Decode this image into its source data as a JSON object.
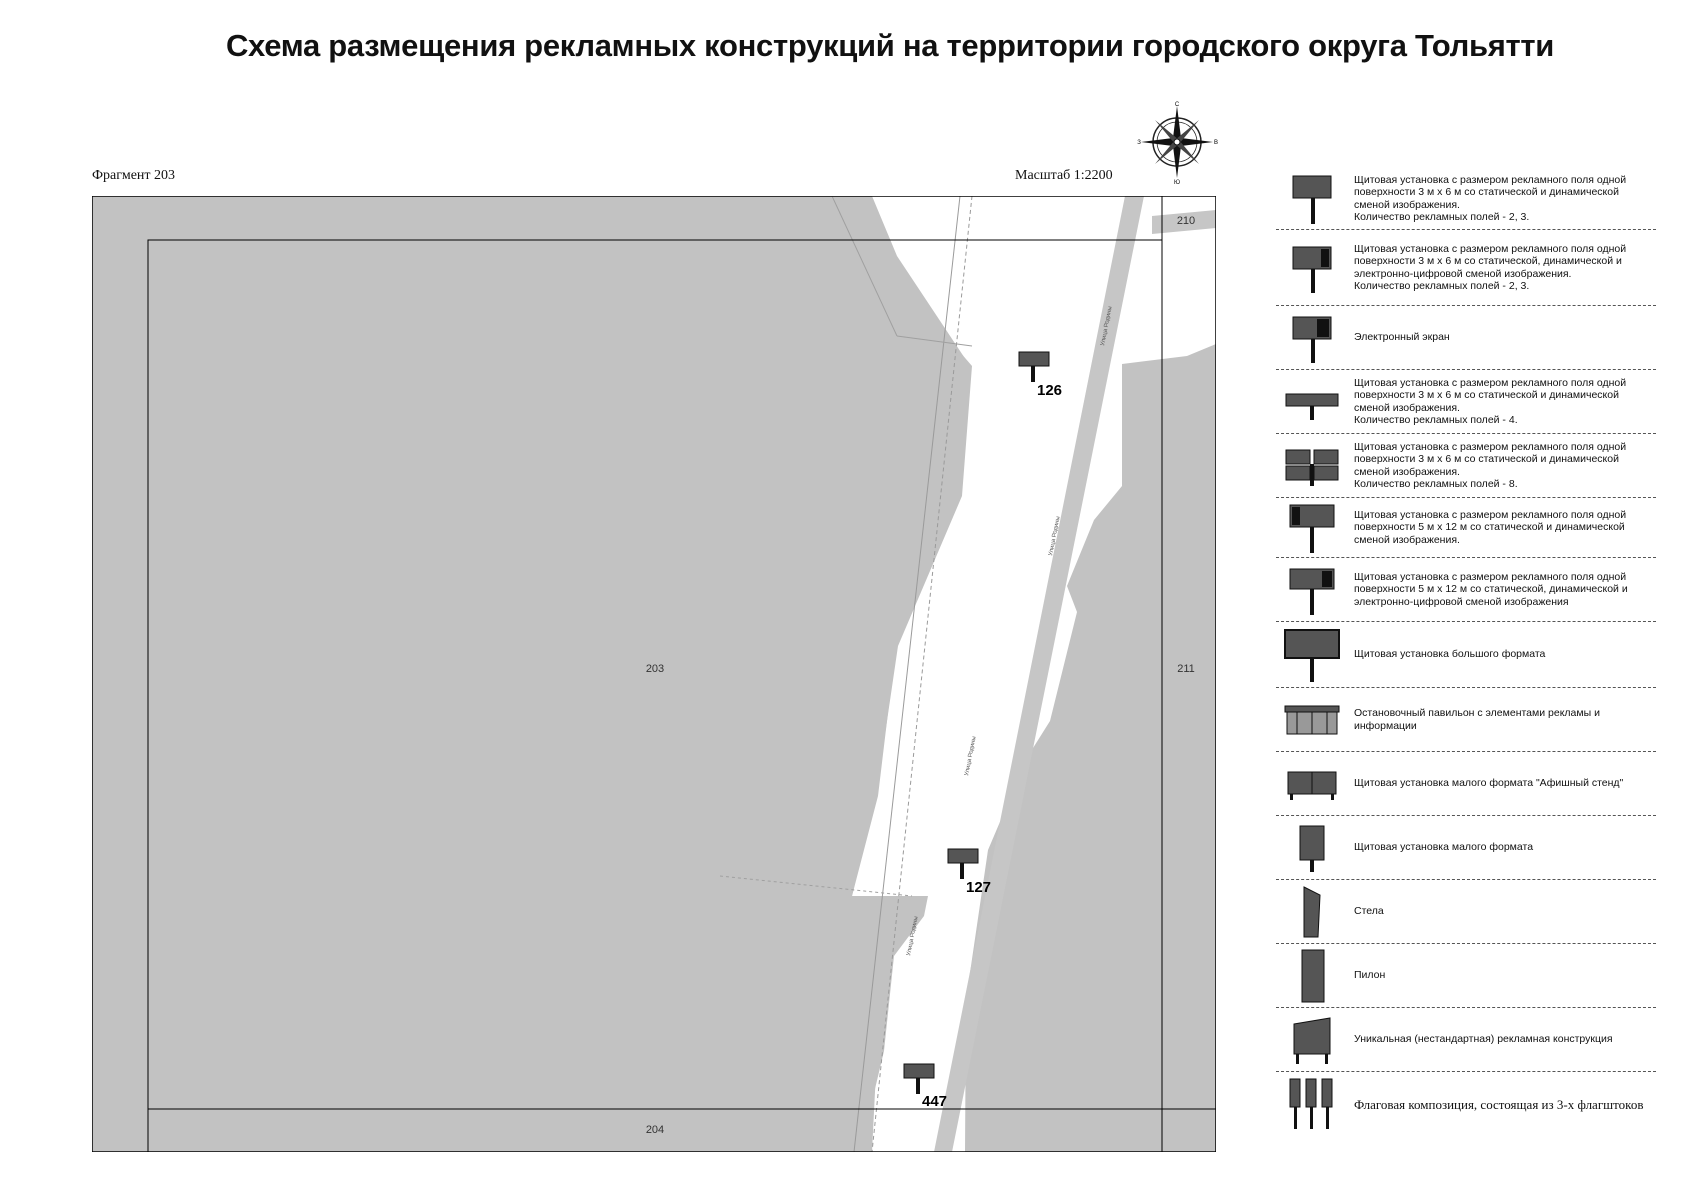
{
  "title": "Схема размещения рекламных конструкций на территории городского округа Тольятти",
  "fragment_label": "Фрагмент 203",
  "scale_label": "Масштаб 1:2200",
  "compass": {
    "n": "С",
    "s": "Ю",
    "w": "З",
    "e": "В"
  },
  "map": {
    "fragment_numbers": {
      "center": "203",
      "top_right": "210",
      "right": "211",
      "bottom": "204"
    },
    "street_label": "Улица Родины",
    "markers": [
      {
        "id": "126"
      },
      {
        "id": "127"
      },
      {
        "id": "447"
      }
    ]
  },
  "legend": [
    {
      "icon": "billboard-3x6-static-dynamic-icon",
      "text": "Щитовая установка с размером рекламного поля одной поверхности 3 м х 6 м со статической и динамической сменой изображения.\nКоличество рекламных полей - 2, 3."
    },
    {
      "icon": "billboard-3x6-digital-icon",
      "text": "Щитовая установка с размером рекламного поля одной поверхности 3 м х 6 м со статической, динамической и электронно-цифровой сменой изображения.\nКоличество рекламных полей - 2, 3."
    },
    {
      "icon": "electronic-screen-icon",
      "text": "Электронный экран"
    },
    {
      "icon": "billboard-3x6-four-fields-icon",
      "text": "Щитовая установка с размером рекламного поля одной поверхности 3 м х 6 м со статической и динамической сменой изображения.\nКоличество рекламных полей - 4."
    },
    {
      "icon": "billboard-3x6-eight-fields-icon",
      "text": "Щитовая установка с размером рекламного поля одной поверхности 3 м х 6 м со статической и динамической сменой изображения.\nКоличество рекламных полей - 8."
    },
    {
      "icon": "billboard-5x12-static-dynamic-icon",
      "text": "Щитовая установка с размером рекламного поля одной поверхности 5 м х 12 м со статической и динамической сменой изображения."
    },
    {
      "icon": "billboard-5x12-digital-icon",
      "text": "Щитовая установка с размером рекламного поля одной поверхности 5 м х 12 м со статической, динамической и электронно-цифровой сменой изображения"
    },
    {
      "icon": "large-format-billboard-icon",
      "text": "Щитовая установка большого формата"
    },
    {
      "icon": "bus-stop-pavilion-icon",
      "text": "Остановочный павильон с элементами рекламы и информации"
    },
    {
      "icon": "poster-stand-icon",
      "text": "Щитовая установка малого формата \"Афишный стенд\""
    },
    {
      "icon": "small-format-billboard-icon",
      "text": "Щитовая установка малого формата"
    },
    {
      "icon": "stele-icon",
      "text": "Стела"
    },
    {
      "icon": "pylon-icon",
      "text": "Пилон"
    },
    {
      "icon": "unique-structure-icon",
      "text": "Уникальная (нестандартная) рекламная конструкция"
    },
    {
      "icon": "flag-composition-icon",
      "text": "Флаговая композиция, состоящая из 3-х флагштоков"
    }
  ]
}
